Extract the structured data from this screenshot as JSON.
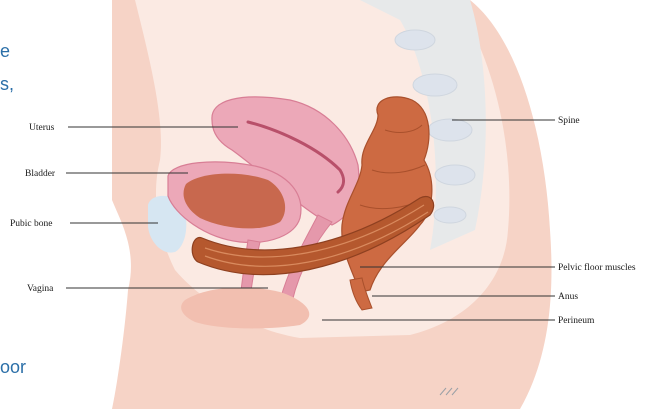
{
  "side_text": {
    "line1": "e",
    "line2": "s,",
    "line3": "oor"
  },
  "labels": {
    "uterus": "Uterus",
    "bladder": "Bladder",
    "pubic_bone": "Pubic bone",
    "vagina": "Vagina",
    "spine": "Spine",
    "pelvic_floor_muscles": "Pelvic floor muscles",
    "anus": "Anus",
    "perineum": "Perineum"
  },
  "colors": {
    "skin": "#f6d3c6",
    "inner_cavity": "#fbeae3",
    "spine_bone": "#e7e9ea",
    "organ_pink": "#eca8b8",
    "organ_pink_dark": "#d87e95",
    "bladder_inner": "#c8684e",
    "muscle": "#b5582e",
    "colon": "#cd6a42",
    "pubic_bone": "#d6e6f2",
    "label_text": "#1a1a1a"
  }
}
